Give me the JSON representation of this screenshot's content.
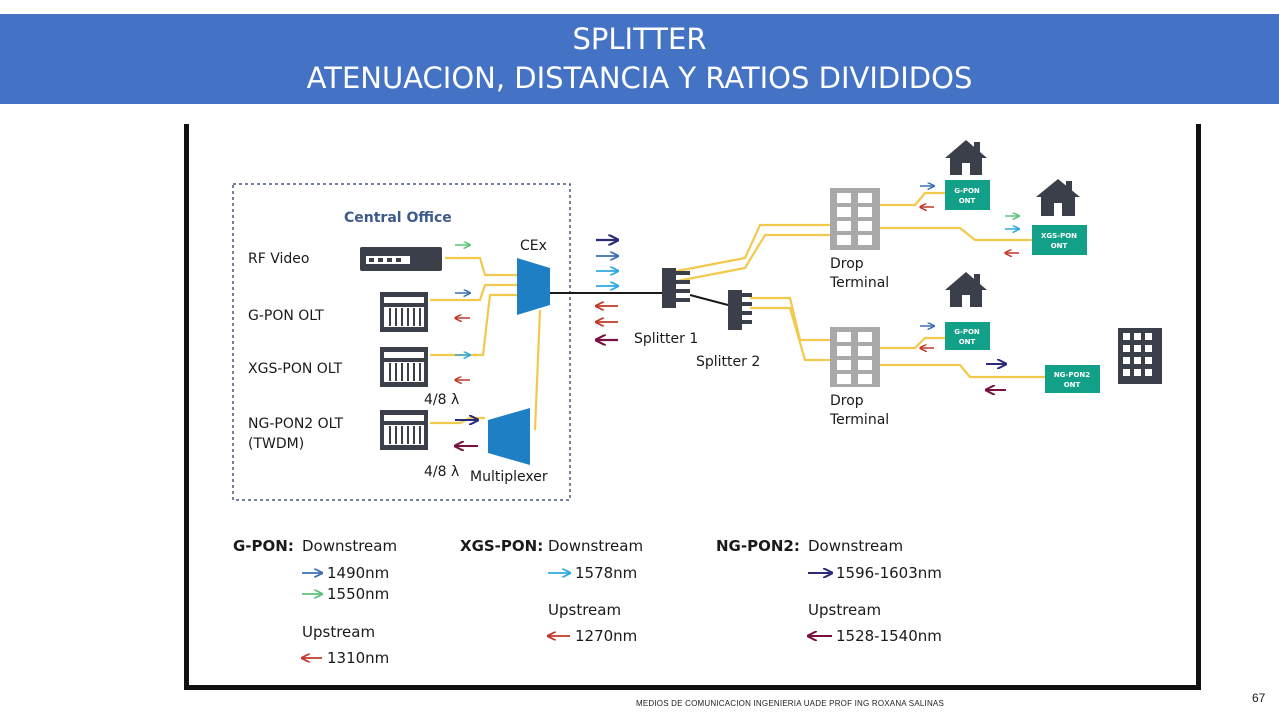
{
  "header": {
    "title_line1": "SPLITTER",
    "title_line2": "ATENUACION, DISTANCIA Y RATIOS DIVIDIDOS",
    "background": "#4472c4"
  },
  "diagram": {
    "central_office": "Central Office",
    "sources": [
      "RF Video",
      "G-PON OLT",
      "XGS-PON OLT",
      "NG-PON2 OLT",
      "(TWDM)"
    ],
    "cex": "CEx",
    "lambda_top": "4/8 λ",
    "lambda_bottom": "4/8 λ",
    "multiplexer": "Multiplexer",
    "splitter1": "Splitter 1",
    "splitter2": "Splitter 2",
    "drop_terminal_1": [
      "Drop",
      "Terminal"
    ],
    "drop_terminal_2": [
      "Drop",
      "Terminal"
    ],
    "ont_labels": [
      [
        "G-PON",
        "ONT"
      ],
      [
        "XGS-PON",
        "ONT"
      ],
      [
        "G-PON",
        "ONT"
      ],
      [
        "NG-PON2",
        "ONT"
      ]
    ],
    "colors": {
      "fiber": "#f2c94c",
      "ont": "#13a088",
      "cex": "#1f7fc4",
      "arrow_gpon_down": "#3b6fb5",
      "arrow_video": "#5cc27a",
      "arrow_xgs_down": "#2fa8e0",
      "arrow_up_gpon": "#c0392b",
      "arrow_ng_down": "#2c2a7a",
      "arrow_ng_up": "#7a1040"
    }
  },
  "legend": {
    "gpon_title": "G-PON:",
    "gpon_down": "Downstream",
    "gpon_d1": "1490nm",
    "gpon_d2": "1550nm",
    "gpon_up": "Upstream",
    "gpon_u1": "1310nm",
    "xgs_title": "XGS-PON:",
    "xgs_down": "Downstream",
    "xgs_d1": "1578nm",
    "xgs_up": "Upstream",
    "xgs_u1": "1270nm",
    "ng_title": "NG-PON2:",
    "ng_down": "Downstream",
    "ng_d1": "1596-1603nm",
    "ng_up": "Upstream",
    "ng_u1": "1528-1540nm"
  },
  "footer": {
    "text": "MEDIOS DE COMUNICACION     INGENIERIA  UADE     PROF ING ROXANA SALINAS",
    "page_number": "67"
  }
}
